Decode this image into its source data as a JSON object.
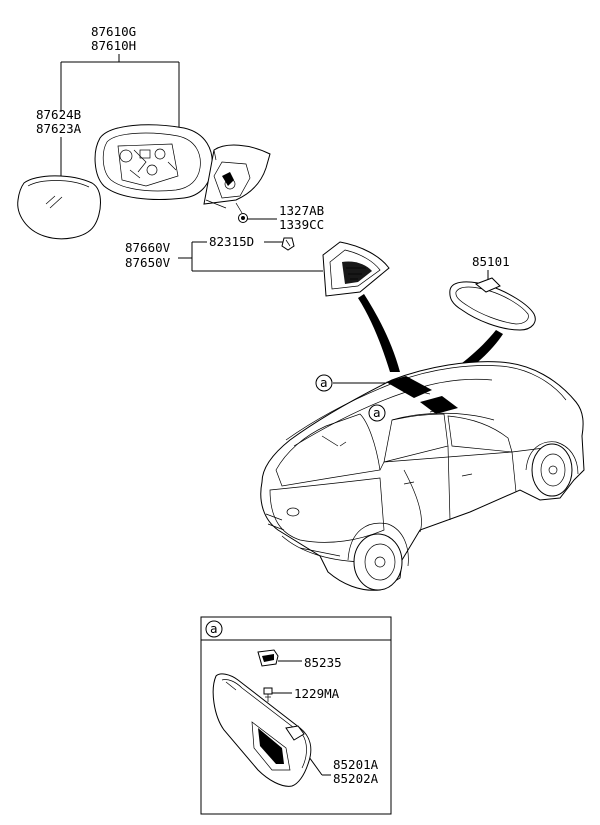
{
  "callouts": {
    "mirror_assy": [
      "87610G",
      "87610H"
    ],
    "mirror_glass": [
      "87624B",
      "87623A"
    ],
    "bolt": [
      "1327AB",
      "1339CC"
    ],
    "cover": [
      "87660V",
      "87650V"
    ],
    "clip": "82315D",
    "inside_mirror": "85101",
    "ref_a_1": "a",
    "ref_a_2": "a",
    "detail_tag": "a",
    "visor_holder": "85235",
    "visor_screw": "1229MA",
    "sun_visor": [
      "85201A",
      "85202A"
    ]
  }
}
